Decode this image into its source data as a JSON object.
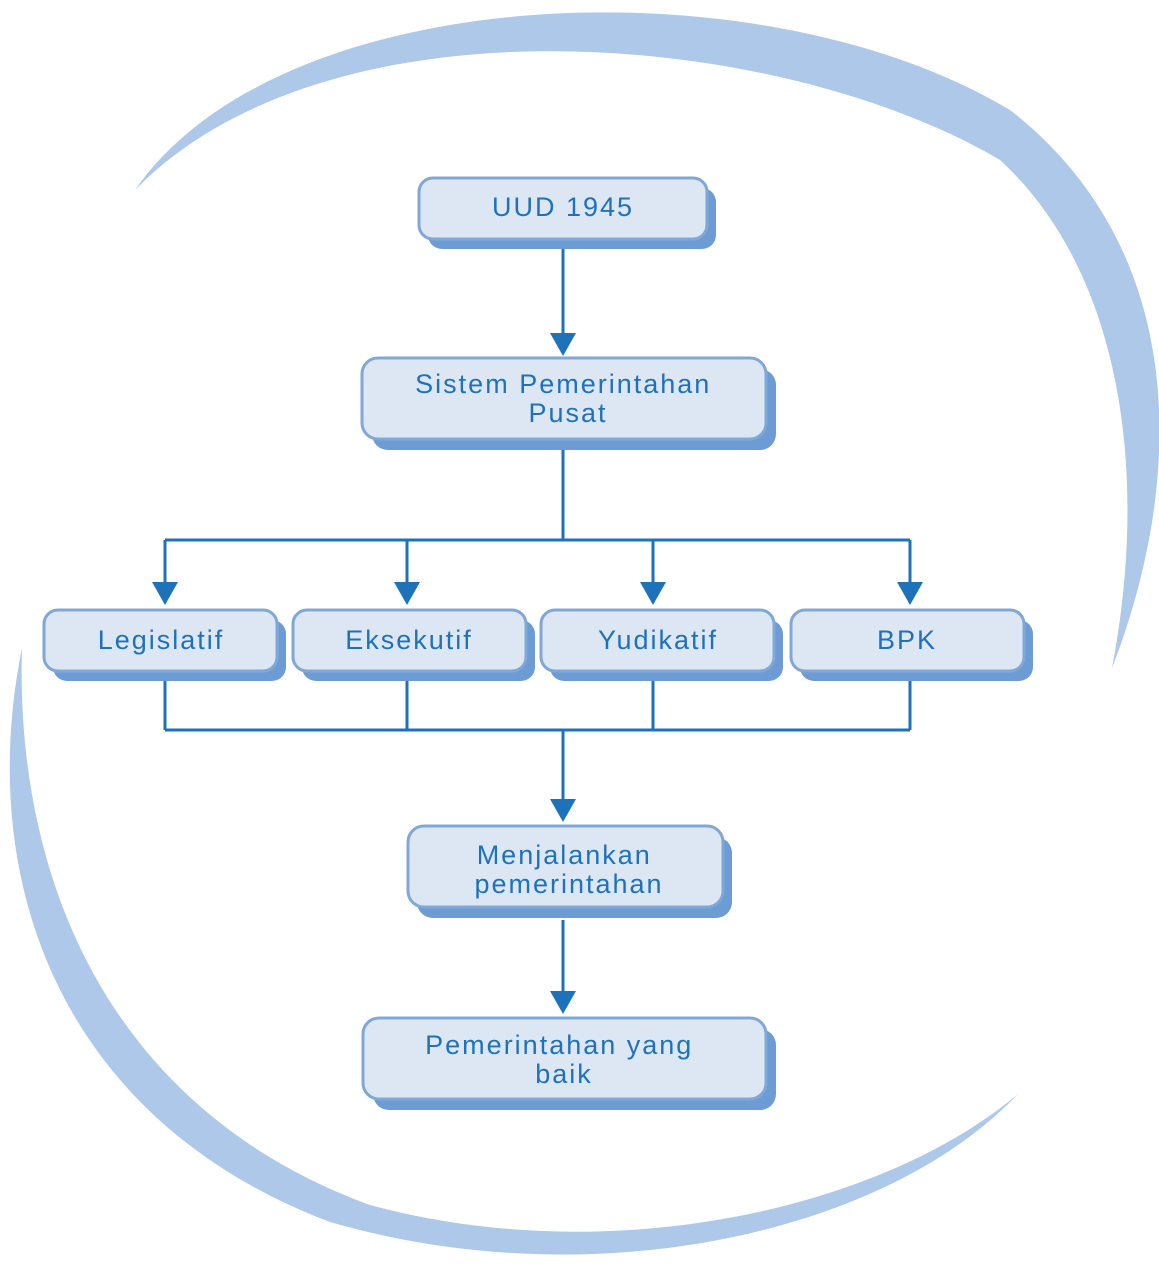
{
  "colors": {
    "swoosh": "#aec8ea",
    "box_fill": "#dde7f4",
    "box_stroke": "#7fa8d8",
    "box_shadow": "#6d9bd3",
    "line": "#1d72ba",
    "text": "#1d72ba"
  },
  "nodes": {
    "uud": {
      "lines": [
        "UUD 1945"
      ]
    },
    "sistem": {
      "lines": [
        "Sistem Pemerintahan",
        "Pusat"
      ]
    },
    "legislatif": {
      "lines": [
        "Legislatif"
      ]
    },
    "eksekutif": {
      "lines": [
        "Eksekutif"
      ]
    },
    "yudikatif": {
      "lines": [
        "Yudikatif"
      ]
    },
    "bpk": {
      "lines": [
        "BPK"
      ]
    },
    "menjalankan": {
      "lines": [
        "Menjalankan",
        "pemerintahan"
      ]
    },
    "baik": {
      "lines": [
        "Pemerintahan yang",
        "baik"
      ]
    }
  }
}
